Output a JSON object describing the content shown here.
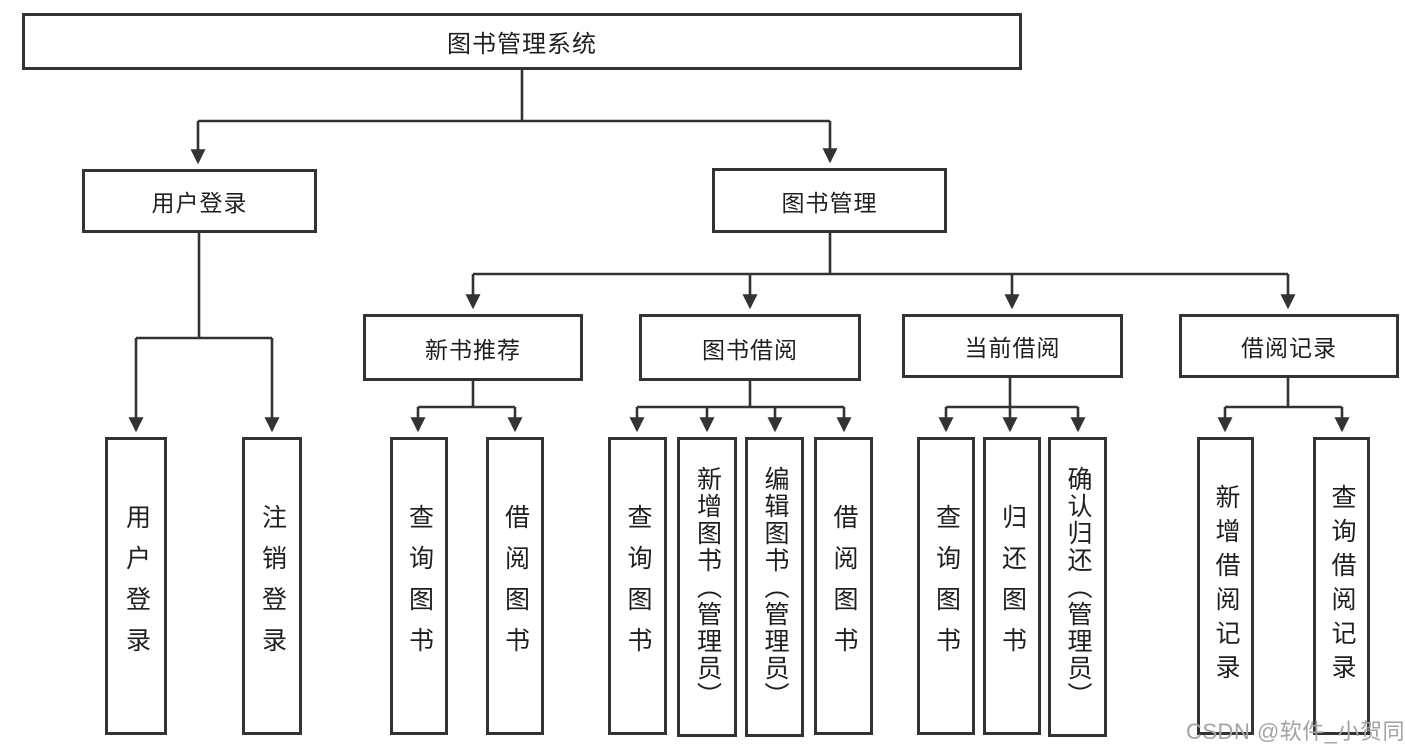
{
  "colors": {
    "line": "#333333",
    "box_border": "#333333",
    "background": "#ffffff",
    "watermark_gray": "#a3a3a3"
  },
  "watermark": {
    "text": "CSDN @软件_小贺同学"
  },
  "diagram": {
    "type": "tree",
    "root": {
      "label": "图书管理系统",
      "children": [
        {
          "label": "用户登录",
          "children": [
            {
              "label": "用户登录"
            },
            {
              "label": "注销登录"
            }
          ]
        },
        {
          "label": "图书管理",
          "children": [
            {
              "label": "新书推荐",
              "children": [
                {
                  "label": "查询图书"
                },
                {
                  "label": "借阅图书"
                }
              ]
            },
            {
              "label": "图书借阅",
              "children": [
                {
                  "label": "查询图书"
                },
                {
                  "label": "新增图书（管理员）"
                },
                {
                  "label": "编辑图书（管理员）"
                },
                {
                  "label": "借阅图书"
                }
              ]
            },
            {
              "label": "当前借阅",
              "children": [
                {
                  "label": "查询图书"
                },
                {
                  "label": "归还图书"
                },
                {
                  "label": "确认归还（管理员）"
                }
              ]
            },
            {
              "label": "借阅记录",
              "children": [
                {
                  "label": "新增借阅记录"
                },
                {
                  "label": "查询借阅记录"
                }
              ]
            }
          ]
        }
      ]
    }
  }
}
